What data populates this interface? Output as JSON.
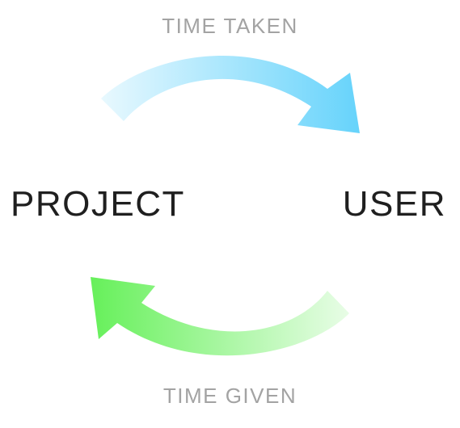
{
  "labels": {
    "top": "TIME TAKEN",
    "left": "PROJECT",
    "right": "USER",
    "bottom": "TIME GIVEN"
  },
  "colors": {
    "top_arrow": "#66d3fb",
    "bottom_arrow": "#66f05a",
    "label_gray": "#a3a3a3",
    "label_dark": "#1f1f1f"
  }
}
